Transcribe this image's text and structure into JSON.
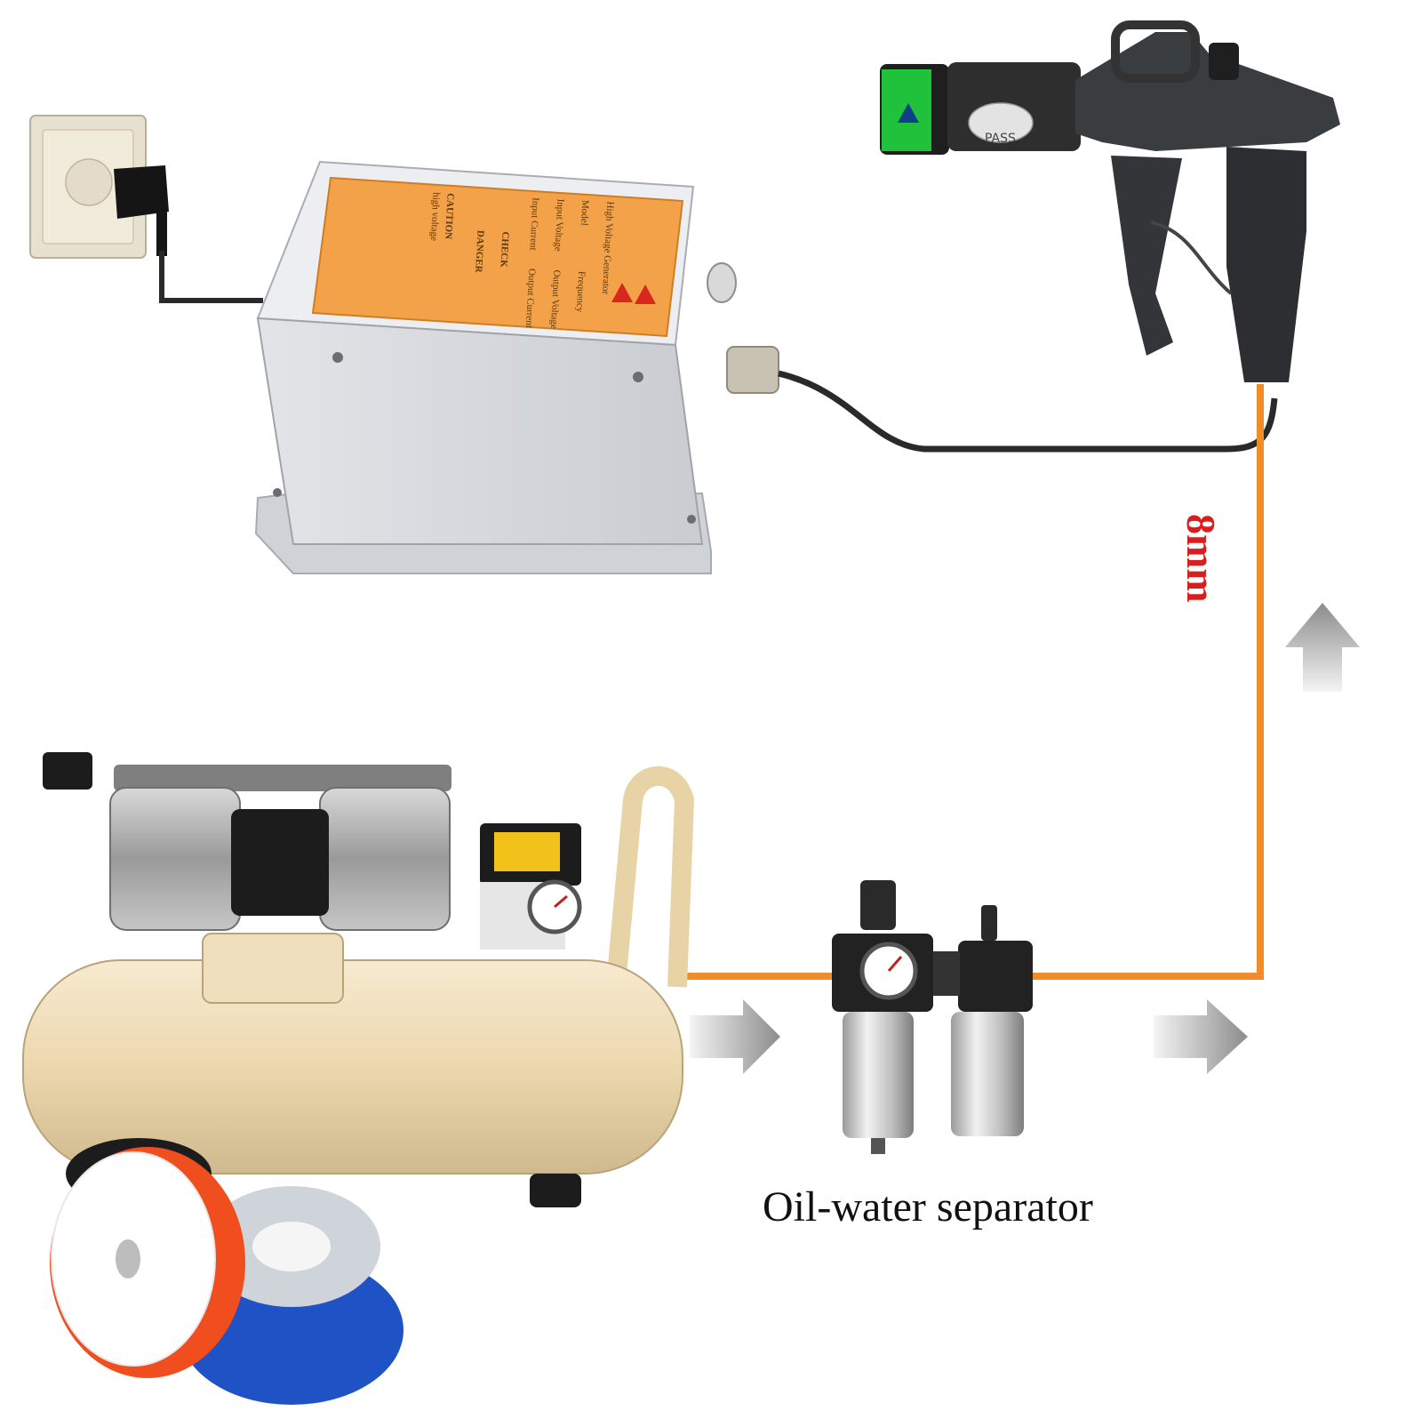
{
  "labels": {
    "separator": "Oil-water separator",
    "tube_size": "8mm"
  },
  "generator_panel": {
    "title": "High Voltage Generator",
    "caution_title": "CAUTION",
    "caution_sub": "high voltage",
    "fields": [
      "Model",
      "Frequency",
      "Input Voltage",
      "Output Voltage",
      "Input Current",
      "Output Current"
    ],
    "check_label": "CHECK",
    "danger_label": "DANGER"
  },
  "gun_sticker": "PASS",
  "colors": {
    "hose": "#f08c2a",
    "cable": "#2a2a2a",
    "tube_label": "#d81e1e",
    "generator_panel": "#f3a24a",
    "tank": "#efdcb4",
    "arrow": "#9b9b9b"
  }
}
